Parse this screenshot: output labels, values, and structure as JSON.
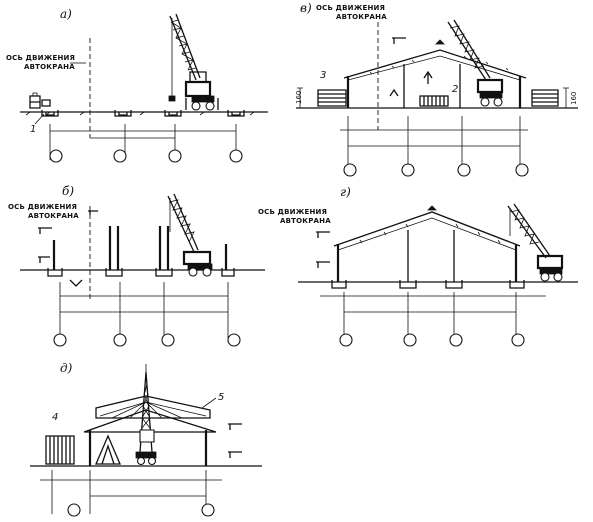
{
  "panels": {
    "a": {
      "letter": "а)",
      "axis_label_1": "ОСЬ ДВИЖЕНИЯ",
      "axis_label_2": "АВТОКРАНА",
      "callout": "1"
    },
    "b": {
      "letter": "б)",
      "axis_label_1": "ОСЬ ДВИЖЕНИЯ",
      "axis_label_2": "АВТОКРАНА"
    },
    "v": {
      "letter": "в)",
      "axis_label_1": "ОСЬ ДВИЖЕНИЯ",
      "axis_label_2": "АВТОКРАНА",
      "callout_2": "2",
      "callout_3": "3",
      "dim_left": "160",
      "dim_right": "160"
    },
    "g": {
      "letter": "г)",
      "axis_label_1": "ОСЬ ДВИЖЕНИЯ",
      "axis_label_2": "АВТОКРАНА"
    },
    "d": {
      "letter": "д)",
      "callout_4": "4",
      "callout_5": "5"
    }
  }
}
